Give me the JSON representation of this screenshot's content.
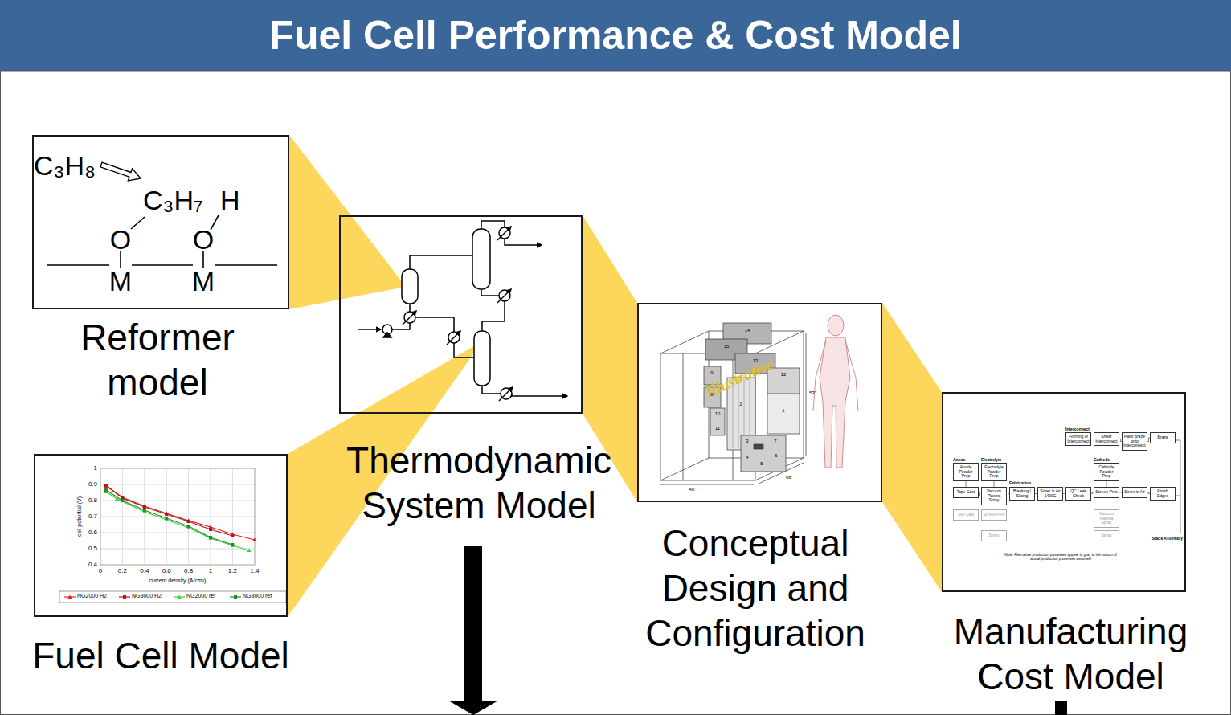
{
  "diagram": {
    "title": "Fuel Cell Performance & Cost Model",
    "nodes": [
      {
        "text": [
          "Reformer model"
        ]
      },
      {
        "text": [
          "Fuel Cell Model"
        ]
      },
      {
        "text": [
          "Thermodynamic System Model"
        ]
      },
      {
        "text": [
          "Conceptual Design and Configuration"
        ]
      },
      {
        "text": [
          "Manufacturing Cost Model"
        ]
      },
      {
        "text": [
          "Forming of Interconnect"
        ],
        "in": 4
      },
      {
        "text": [
          "Shear Interconnect"
        ],
        "in": 4
      },
      {
        "text": [
          "Paint Braze onto Interconnect"
        ],
        "in": 4
      },
      {
        "text": [
          "Braze"
        ],
        "in": 4
      },
      {
        "text": [
          "Anode Powder Prep"
        ],
        "in": 4
      },
      {
        "text": [
          "Electrolyte Powder Prep"
        ],
        "in": 4
      },
      {
        "text": [
          "Cathode Powder Prep"
        ],
        "in": 4
      },
      {
        "text": [
          "Tape Cast"
        ],
        "in": 4
      },
      {
        "text": [
          "Vacuum Plasma Spray"
        ],
        "in": 4
      },
      {
        "text": [
          "Blanking / Slicing"
        ],
        "in": 4
      },
      {
        "text": [
          "Sinter in Air 1400C"
        ],
        "in": 4
      },
      {
        "text": [
          "QC Leak Check"
        ],
        "in": 4
      },
      {
        "text": [
          "Screen Print"
        ],
        "in": 4
      },
      {
        "text": [
          "Sinter in Air"
        ],
        "in": 4
      },
      {
        "text": [
          "Finish Edges"
        ],
        "in": 4
      },
      {
        "text": [
          "Slip Cast"
        ],
        "in": 4
      },
      {
        "text": [
          "Screen Print"
        ],
        "in": 4
      },
      {
        "text": [
          "Spray"
        ],
        "in": 4
      },
      {
        "text": [
          "Vacuum Plasma Spray"
        ],
        "in": 4
      },
      {
        "text": [
          "Spray"
        ],
        "in": 4
      }
    ],
    "edges": [
      {
        "from": 0,
        "to": 2,
        "arrow": "none"
      },
      {
        "from": 1,
        "to": 2,
        "arrow": "none"
      },
      {
        "from": 2,
        "to": 3,
        "arrow": "none"
      },
      {
        "from": 3,
        "to": 4,
        "arrow": "none"
      },
      {
        "from": 5,
        "to": 6,
        "arrow": "none"
      },
      {
        "from": 6,
        "to": 7,
        "arrow": "none"
      },
      {
        "from": 7,
        "to": 8,
        "arrow": "none"
      },
      {
        "from": 9,
        "to": 12,
        "arrow": "none"
      },
      {
        "from": 10,
        "to": 13,
        "arrow": "none"
      },
      {
        "from": 11,
        "to": 17,
        "arrow": "none"
      },
      {
        "from": 12,
        "to": 13,
        "arrow": "none"
      },
      {
        "from": 13,
        "to": 14,
        "arrow": "none"
      },
      {
        "from": 14,
        "to": 15,
        "arrow": "none"
      },
      {
        "from": 15,
        "to": 16,
        "arrow": "none"
      },
      {
        "from": 16,
        "to": 17,
        "arrow": "none"
      },
      {
        "from": 17,
        "to": 18,
        "arrow": "none"
      },
      {
        "from": 18,
        "to": 19,
        "arrow": "none"
      }
    ],
    "labels": [
      "C₃H₈",
      "C₃H₇",
      "H",
      "O",
      "O",
      "M",
      "M",
      "1",
      "0.9",
      "0.8",
      "0.7",
      "0.6",
      "0.5",
      "0.4",
      "0",
      "0.2",
      "0.4",
      "0.6",
      "0.8",
      "1",
      "1.2",
      "1.4",
      "cell potential (V)",
      "current density (A/cm²)",
      "Illustrative",
      "14",
      "15",
      "13",
      "12",
      "9",
      "8",
      "1",
      "2",
      "10",
      "11",
      "3",
      "7",
      "4",
      "5",
      "6",
      "53\"",
      "46\"",
      "68\"",
      "Interconnect",
      "Anode",
      "Electrolyte",
      "Fabrication",
      "Cathode",
      "Stack Assembly",
      "Note: Alternative production processes appear in gray to the bottom of actual production processes assumed"
    ],
    "legend": [
      {
        "text": "NG2000 H2"
      },
      {
        "text": "NG3000 H2"
      },
      {
        "text": "NG2000 ref"
      },
      {
        "text": "NG3000 ref"
      }
    ]
  }
}
